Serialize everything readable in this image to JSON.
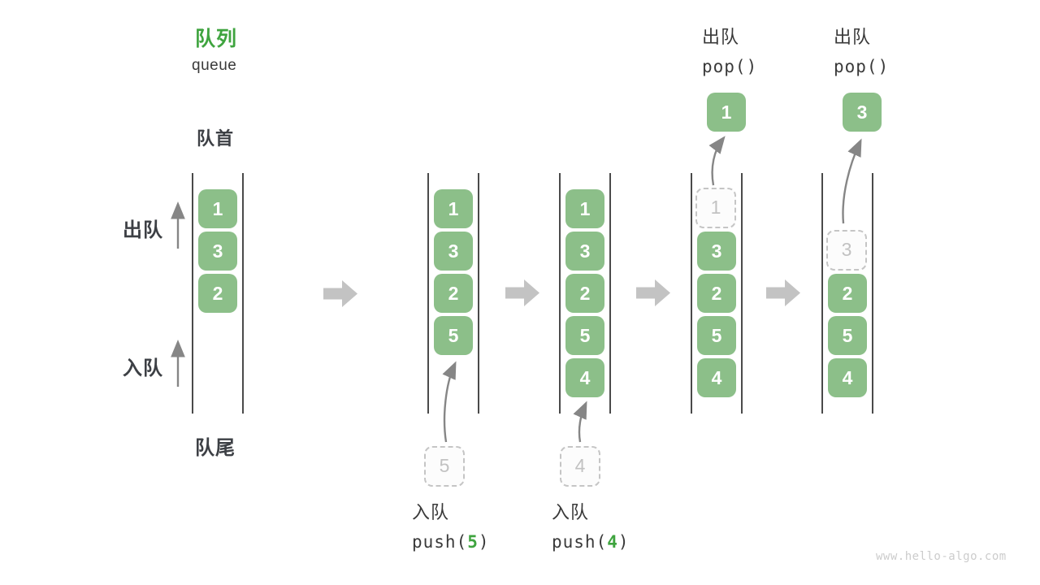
{
  "title": {
    "zh": "队列",
    "en": "queue"
  },
  "side_labels": {
    "front": "队首",
    "rear": "队尾",
    "dequeue": "出队",
    "enqueue": "入队"
  },
  "operations": {
    "push": [
      {
        "label": "入队",
        "fn": "push(",
        "arg": "5",
        "close": ")"
      },
      {
        "label": "入队",
        "fn": "push(",
        "arg": "4",
        "close": ")"
      }
    ],
    "pop": [
      {
        "label": "出队",
        "code": "pop()"
      },
      {
        "label": "出队",
        "code": "pop()"
      }
    ]
  },
  "queues": [
    {
      "cells": [
        {
          "row": 0,
          "value": "1"
        },
        {
          "row": 1,
          "value": "3"
        },
        {
          "row": 2,
          "value": "2"
        }
      ]
    },
    {
      "cells": [
        {
          "row": 0,
          "value": "1"
        },
        {
          "row": 1,
          "value": "3"
        },
        {
          "row": 2,
          "value": "2"
        },
        {
          "row": 3,
          "value": "5"
        }
      ],
      "staged": "5"
    },
    {
      "cells": [
        {
          "row": 0,
          "value": "1"
        },
        {
          "row": 1,
          "value": "3"
        },
        {
          "row": 2,
          "value": "2"
        },
        {
          "row": 3,
          "value": "5"
        },
        {
          "row": 4,
          "value": "4"
        }
      ],
      "staged": "4"
    },
    {
      "cells": [
        {
          "row": 0,
          "value": "1",
          "ghost": true
        },
        {
          "row": 1,
          "value": "3"
        },
        {
          "row": 2,
          "value": "2"
        },
        {
          "row": 3,
          "value": "5"
        },
        {
          "row": 4,
          "value": "4"
        }
      ],
      "popped": "1"
    },
    {
      "cells": [
        {
          "row": 1,
          "value": "3",
          "ghost": true
        },
        {
          "row": 2,
          "value": "2"
        },
        {
          "row": 3,
          "value": "5"
        },
        {
          "row": 4,
          "value": "4"
        }
      ],
      "popped": "3"
    }
  ],
  "watermark": "www.hello-algo.com",
  "colors": {
    "cell_green": "#8CBF89",
    "accent_green": "#3FA43F",
    "ghost_gray": "#C5C5C5",
    "arrow_gray": "#868686",
    "flow_arrow_gray": "#C3C3C3",
    "wall_dark": "#4A4A4A"
  }
}
